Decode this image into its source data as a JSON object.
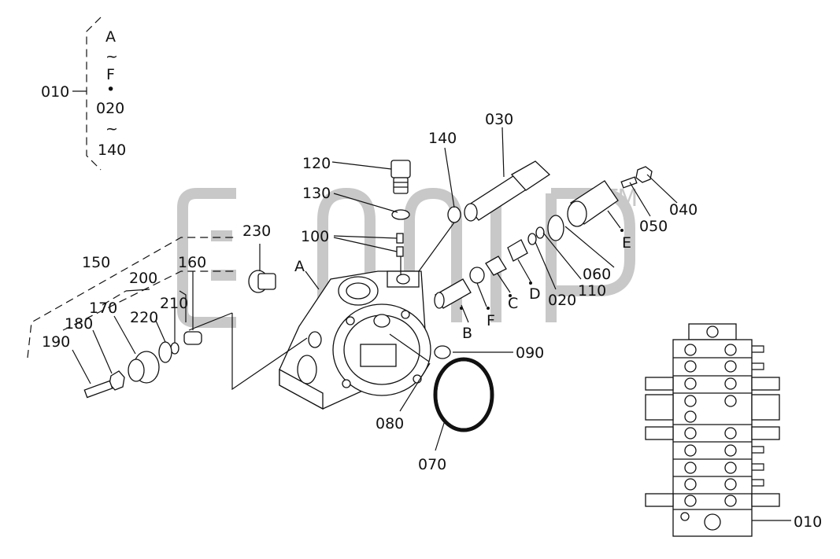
{
  "diagram": {
    "watermark": {
      "mark": "TM"
    },
    "bracket": {
      "callout": "010",
      "items": [
        "A",
        "~",
        "F",
        "•",
        "020",
        "~",
        "140"
      ]
    },
    "callouts": {
      "c030": "030",
      "c040": "040",
      "c050": "050",
      "c060": "060",
      "c070": "070",
      "c080": "080",
      "c090": "090",
      "c100": "100",
      "c110": "110",
      "c120": "120",
      "c130": "130",
      "c140": "140",
      "c150": "150",
      "c160": "160",
      "c170": "170",
      "c180": "180",
      "c190": "190",
      "c200": "200",
      "c210": "210",
      "c220": "220",
      "c230": "230",
      "c020": "020",
      "c010b": "010"
    },
    "letters": {
      "A": "A",
      "B": "B",
      "C": "C",
      "D": "D",
      "E": "E",
      "F": "F"
    }
  }
}
